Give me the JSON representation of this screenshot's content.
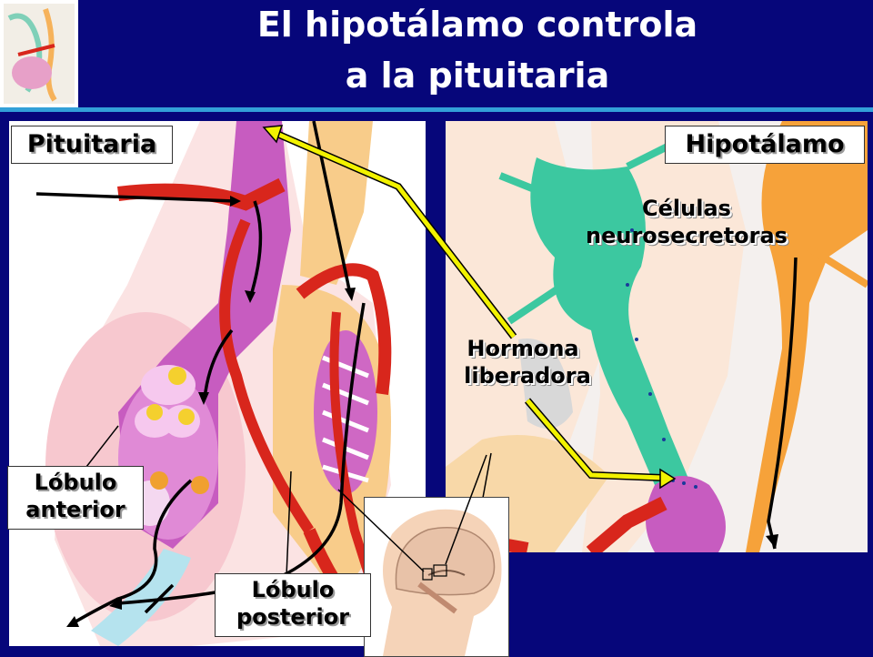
{
  "title": {
    "line1": "El hipotálamo controla",
    "line2": "a la pituitaria"
  },
  "labels": {
    "pituitaria": "Pituitaria",
    "hipotalamo": "Hipotálamo",
    "celulas": "Células",
    "neurosecretoras": "neurosecretoras",
    "hormona": "Hormona",
    "liberadora": "liberadora",
    "lobulo_anterior_1": "Lóbulo",
    "lobulo_anterior_2": "anterior",
    "lobulo_posterior_1": "Lóbulo",
    "lobulo_posterior_2": "posterior"
  },
  "colors": {
    "background": "#06067a",
    "title_text": "#ffffff",
    "accent_rule": "#33a0d8",
    "arrow_yellow": "#f2f200",
    "vessel_red": "#d8261c",
    "neuron_teal": "#3cc8a0",
    "neuron_orange": "#f6a23a",
    "portal_purple": "#c04ab8"
  }
}
